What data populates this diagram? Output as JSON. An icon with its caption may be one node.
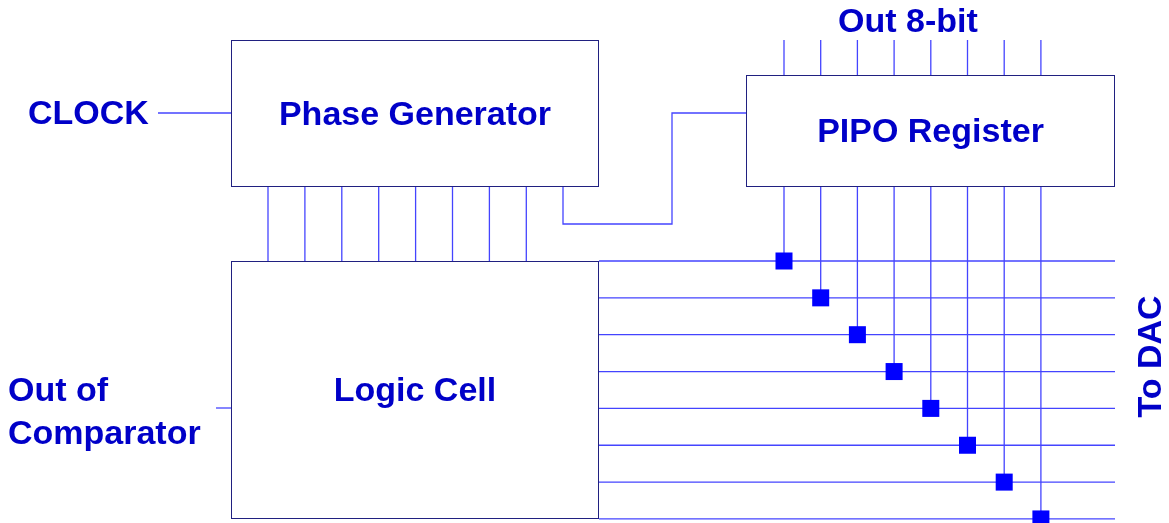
{
  "diagram": {
    "nodes": [
      {
        "text": [
          "CLOCK"
        ]
      },
      {
        "text": [
          "Phase Generator"
        ]
      },
      {
        "text": [
          "PIPO Register"
        ]
      },
      {
        "text": [
          "Logic Cell"
        ]
      },
      {
        "text": [
          "Out of Comparator"
        ]
      }
    ],
    "edges": [
      {
        "from": 0,
        "to": 1,
        "arrow": "none"
      },
      {
        "from": 1,
        "to": 2,
        "arrow": "none"
      },
      {
        "from": 1,
        "to": 3,
        "arrow": "none"
      },
      {
        "from": 1,
        "to": 3,
        "arrow": "none"
      },
      {
        "from": 1,
        "to": 3,
        "arrow": "none"
      },
      {
        "from": 1,
        "to": 3,
        "arrow": "none"
      },
      {
        "from": 1,
        "to": 3,
        "arrow": "none"
      },
      {
        "from": 1,
        "to": 3,
        "arrow": "none"
      },
      {
        "from": 1,
        "to": 3,
        "arrow": "none"
      },
      {
        "from": 1,
        "to": 3,
        "arrow": "none"
      },
      {
        "from": 4,
        "to": 3,
        "arrow": "none"
      },
      {
        "from": 3,
        "to": 2,
        "arrow": "none"
      },
      {
        "from": 3,
        "to": 2,
        "arrow": "none"
      },
      {
        "from": 3,
        "to": 2,
        "arrow": "none"
      },
      {
        "from": 3,
        "to": 2,
        "arrow": "none"
      },
      {
        "from": 3,
        "to": 2,
        "arrow": "none"
      },
      {
        "from": 3,
        "to": 2,
        "arrow": "none"
      },
      {
        "from": 3,
        "to": 2,
        "arrow": "none"
      },
      {
        "from": 3,
        "to": 2,
        "arrow": "none"
      }
    ],
    "labels": [
      "Out 8-bit",
      "To DAC"
    ]
  }
}
